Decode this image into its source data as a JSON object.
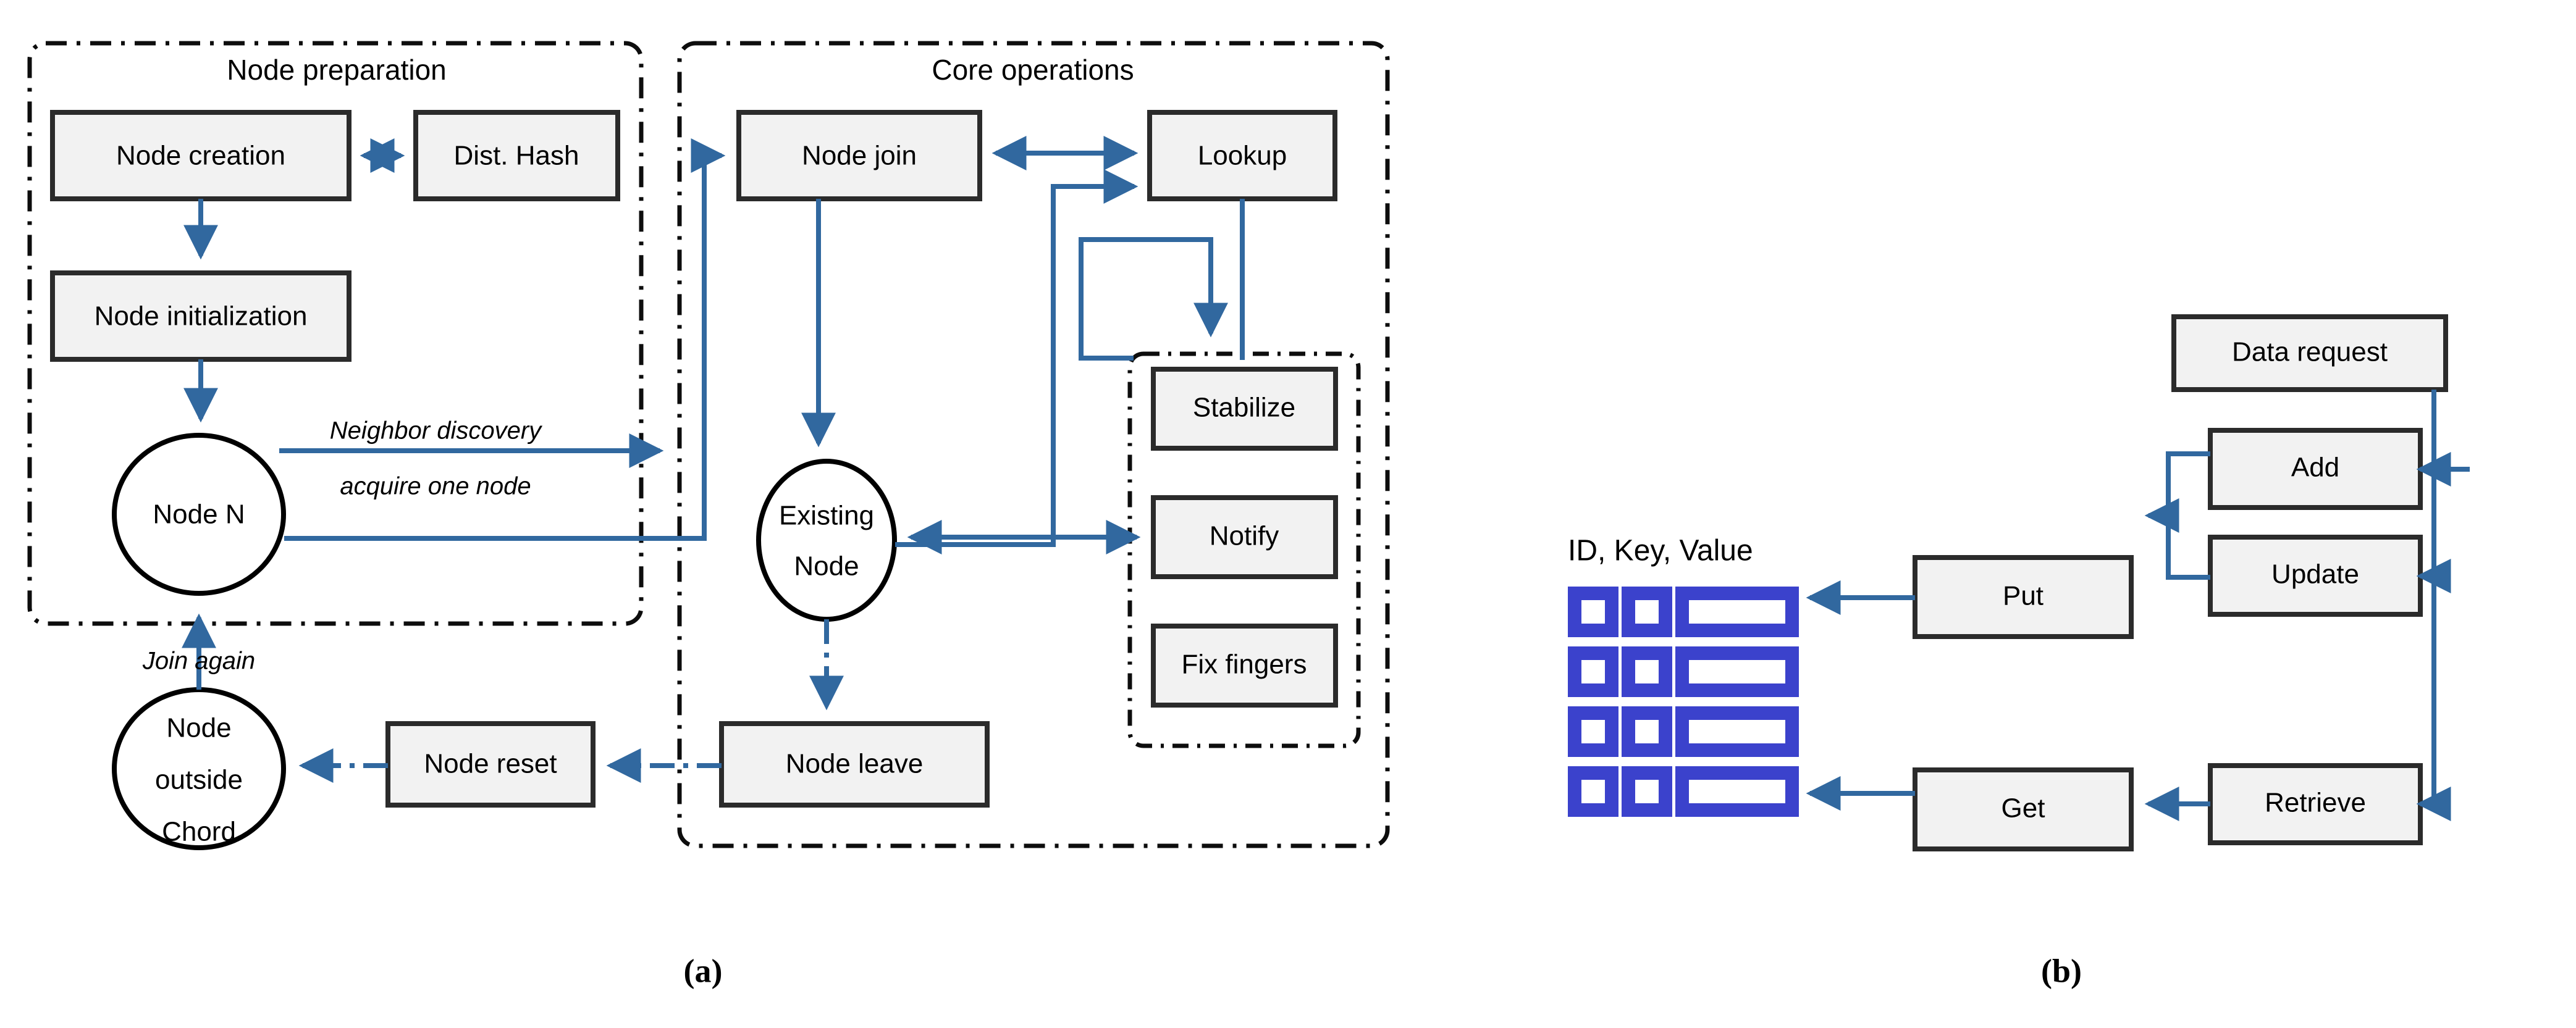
{
  "figure": {
    "panels": [
      {
        "id": "a",
        "caption": "(a)"
      },
      {
        "id": "b",
        "caption": "(b)"
      }
    ]
  },
  "panel_a": {
    "groups": [
      {
        "name": "node-preparation",
        "label": "Node preparation"
      },
      {
        "name": "core-operations",
        "label": "Core operations"
      },
      {
        "name": "maintenance-subgroup",
        "label": ""
      }
    ],
    "boxes": [
      {
        "name": "node-creation",
        "label": "Node creation"
      },
      {
        "name": "dist-hash",
        "label": "Dist. Hash"
      },
      {
        "name": "node-initialization",
        "label": "Node initialization"
      },
      {
        "name": "node-reset",
        "label": "Node reset"
      },
      {
        "name": "node-join",
        "label": "Node join"
      },
      {
        "name": "lookup",
        "label": "Lookup"
      },
      {
        "name": "stabilize",
        "label": "Stabilize"
      },
      {
        "name": "notify",
        "label": "Notify"
      },
      {
        "name": "fix-fingers",
        "label": "Fix fingers"
      },
      {
        "name": "node-leave",
        "label": "Node leave"
      }
    ],
    "circles": [
      {
        "name": "node-n",
        "lines": [
          "Node N"
        ]
      },
      {
        "name": "node-outside-chord",
        "lines": [
          "Node",
          "outside",
          "Chord"
        ]
      },
      {
        "name": "existing-node",
        "lines": [
          "Existing",
          "Node"
        ]
      }
    ],
    "edge_labels": [
      {
        "name": "neighbor-discovery-label",
        "text": "Neighbor discovery"
      },
      {
        "name": "acquire-one-node-label",
        "text": "acquire one node"
      },
      {
        "name": "join-again-label",
        "text": "Join again"
      }
    ]
  },
  "panel_b": {
    "table_label": "ID, Key, Value",
    "table": {
      "rows": 4,
      "columns": [
        "ID",
        "Key",
        "Value"
      ]
    },
    "boxes": [
      {
        "name": "put",
        "label": "Put"
      },
      {
        "name": "get",
        "label": "Get"
      },
      {
        "name": "data-request",
        "label": "Data request"
      },
      {
        "name": "add",
        "label": "Add"
      },
      {
        "name": "update",
        "label": "Update"
      },
      {
        "name": "retrieve",
        "label": "Retrieve"
      }
    ]
  },
  "colors": {
    "arrow_blue": "#31689F",
    "table_blue": "#3B42CC",
    "box_fill": "#F2F2F2",
    "box_stroke": "#2B2B2B",
    "group_stroke": "#0D0D0D"
  }
}
